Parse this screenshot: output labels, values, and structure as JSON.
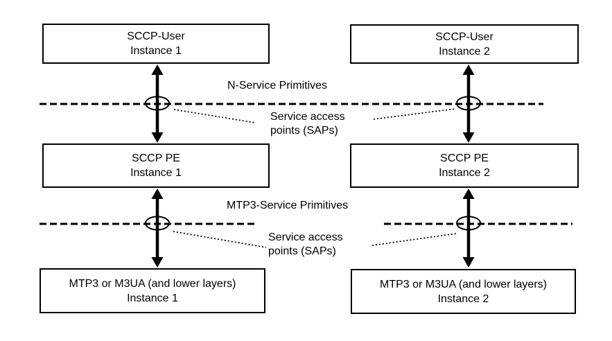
{
  "diagram": {
    "boxes": [
      {
        "id": "sccp-user-instance-1",
        "line1": "SCCP-User",
        "line2": "Instance 1"
      },
      {
        "id": "sccp-user-instance-2",
        "line1": "SCCP-User",
        "line2": "Instance 2"
      },
      {
        "id": "sccp-pe-instance-1",
        "line1": "SCCP PE",
        "line2": "Instance 1"
      },
      {
        "id": "sccp-pe-instance-2",
        "line1": "SCCP PE",
        "line2": "Instance 2"
      },
      {
        "id": "mtp3-instance-1",
        "line1": "MTP3 or M3UA (and lower layers)",
        "line2": "Instance 1"
      },
      {
        "id": "mtp3-instance-2",
        "line1": "MTP3 or M3UA (and lower layers)",
        "line2": "Instance 2"
      }
    ],
    "labels": {
      "n_service_primitives": "N-Service Primitives",
      "mtp3_service_primitives": "MTP3-Service Primitives",
      "sap_upper": {
        "line1": "Service access",
        "line2": "points (SAPs)"
      },
      "sap_lower": {
        "line1": "Service access",
        "line2": "points (SAPs)"
      }
    },
    "icons": {
      "sap_symbol": "ellipse-icon",
      "interface_arrow": "double-headed-arrow-icon"
    },
    "colors": {
      "background": "#ffffff",
      "line": "#000000",
      "box_fill": "#ffffff",
      "text": "#000000"
    }
  }
}
